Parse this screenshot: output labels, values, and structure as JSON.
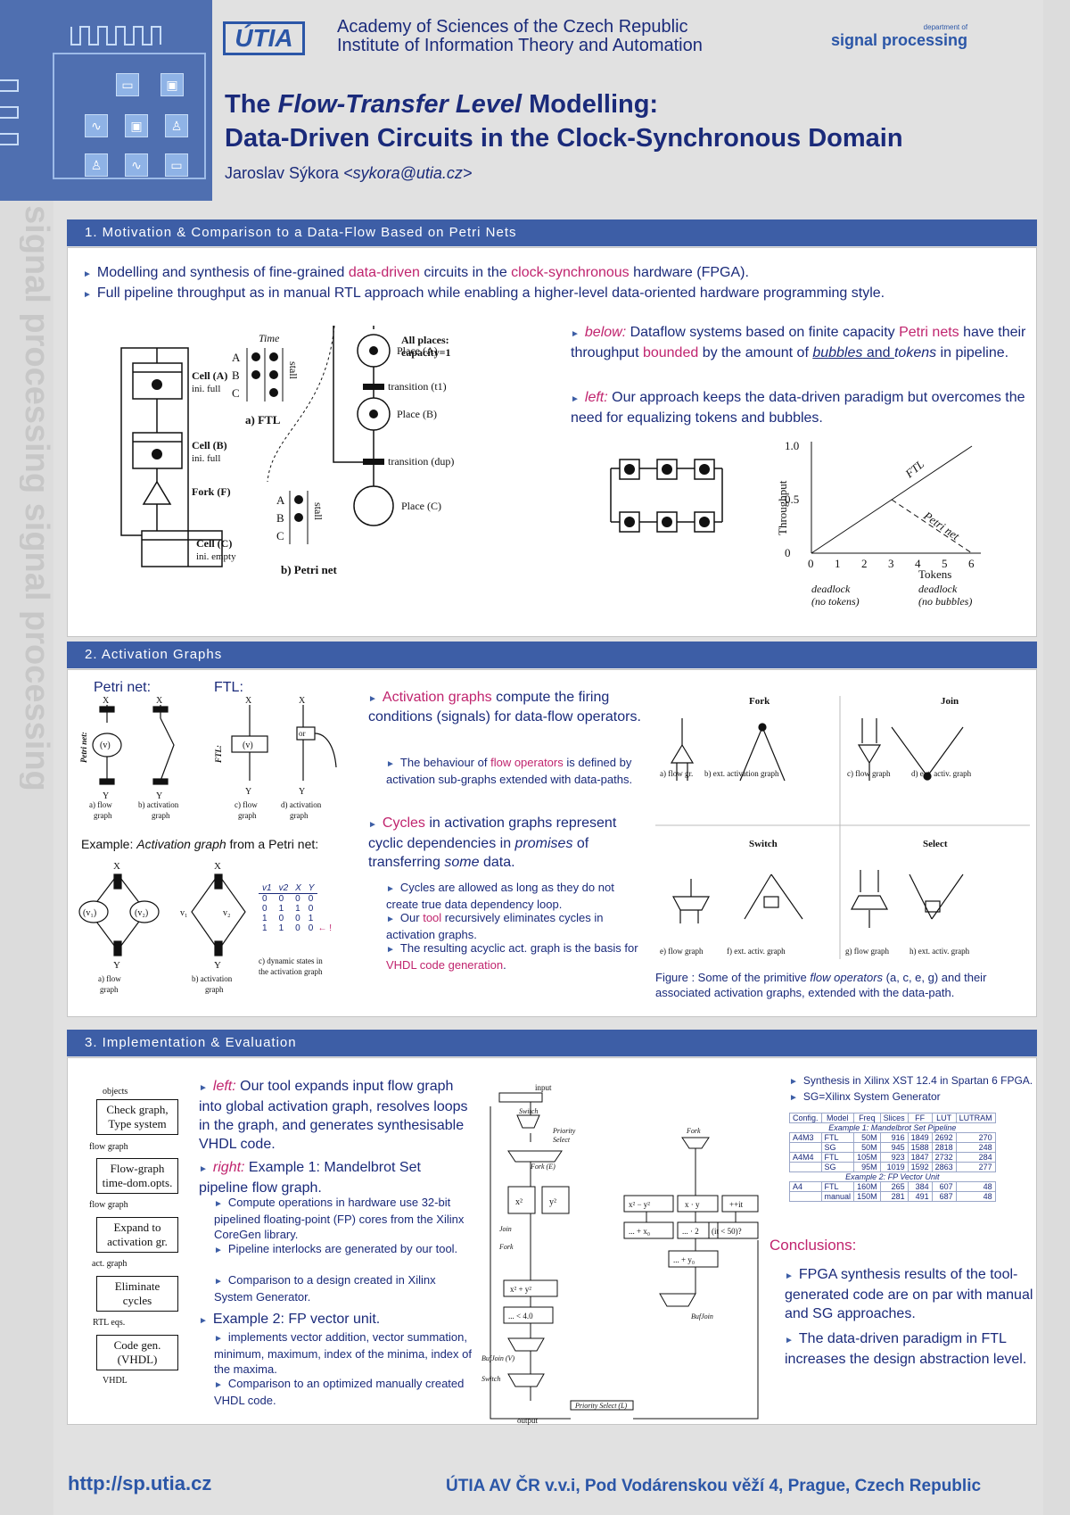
{
  "header": {
    "logo_text": "ÚTIA",
    "academy_line1": "Academy of Sciences of the Czech Republic",
    "academy_line2": "Institute of Information Theory and Automation",
    "sp_small": "department of",
    "sp_logo": "signal processing",
    "vertical_watermark": "signal processing signal processing",
    "title_line1_pre": "The ",
    "title_line1_em": "Flow-Transfer Level",
    "title_line1_post": " Modelling:",
    "title_line2": "Data-Driven Circuits in the Clock-Synchronous Domain",
    "author": "Jaroslav Sýkora",
    "email": "<sykora@utia.cz>"
  },
  "s1": {
    "heading": "1. Motivation & Comparison to a Data-Flow Based on Petri Nets",
    "b1_a": "Modelling and synthesis of fine-grained ",
    "b1_m1": "data-driven",
    "b1_b": " circuits in the ",
    "b1_m2": "clock-synchronous",
    "b1_c": " hardware (FPGA).",
    "b2": "Full pipeline throughput as in manual RTL approach while enabling a higher-level data-oriented hardware programming style.",
    "r1_em": "below:",
    "r1_a": " Dataflow systems based on finite capacity ",
    "r1_m": "Petri nets",
    "r1_b": " have their throughput ",
    "r1_m2": "bounded",
    "r1_c": " by the amount of ",
    "r1_i1": "bubbles",
    "r1_and": " and ",
    "r1_i2": "tokens",
    "r1_d": " in pipeline.",
    "r2_em": "left:",
    "r2": " Our approach keeps the data-driven paradigm but overcomes the need for equalizing tokens and bubbles.",
    "fig": {
      "cell_a": "Cell (A)",
      "cell_a2": "ini. full",
      "cell_b": "Cell (B)",
      "cell_b2": "ini. full",
      "fork": "Fork (F)",
      "cell_c": "Cell (C)",
      "cell_c2": "ini. empty",
      "time": "Time",
      "stall": "stall",
      "ftl": "a) FTL",
      "petri": "b) Petri net",
      "all_places": "All places:",
      "capacity": "capacity=1",
      "place_a": "Place (A)",
      "place_b": "Place (B)",
      "place_c": "Place (C)",
      "t1": "transition (t1)",
      "dup": "transition (dup)",
      "row_a": "A",
      "row_b": "B",
      "row_c": "C"
    }
  },
  "chart_data": {
    "type": "line",
    "xlabel": "Tokens",
    "ylabel": "Throughput",
    "xlim": [
      0,
      6
    ],
    "ylim": [
      0,
      1.0
    ],
    "x_ticks": [
      "0",
      "1",
      "2",
      "3",
      "4",
      "5",
      "6"
    ],
    "y_ticks": [
      "0",
      "0.5",
      "1.0"
    ],
    "series": [
      {
        "name": "FTL",
        "x": [
          0,
          6
        ],
        "y": [
          0,
          1.0
        ]
      },
      {
        "name": "Petri net",
        "x": [
          3,
          6
        ],
        "y": [
          0.5,
          0
        ]
      }
    ],
    "annotations": [
      "deadlock",
      "(no tokens)",
      "deadlock",
      "(no bubbles)"
    ]
  },
  "s2": {
    "heading": "2. Activation Graphs",
    "petri_label": "Petri net:",
    "ftl_label": "FTL:",
    "example_pre": "Example: ",
    "example_em": "Activation graph",
    "example_post": " from a Petri net:",
    "b1_m": "Activation graphs",
    "b1": " compute the firing conditions (signals) for data-flow operators.",
    "b1s_a": "The behaviour of ",
    "b1s_m": "flow operators",
    "b1s_b": " is defined by activation sub-graphs extended with data-paths.",
    "b2_m": "Cycles",
    "b2_a": " in activation graphs represent cyclic dependencies in ",
    "b2_i": "promises",
    "b2_b": " of transferring ",
    "b2_i2": "some",
    "b2_c": " data.",
    "s1": "Cycles are allowed as long as they do not create true data dependency loop.",
    "s2_a": "Our ",
    "s2_m": "tool",
    "s2_b": " recursively eliminates cycles in activation graphs.",
    "s3_a": "The resulting acyclic act. graph is the basis for ",
    "s3_m": "VHDL code generation",
    "s3_b": ".",
    "caption_pre": "Figure : Some of the primitive ",
    "caption_em": "flow operators",
    "caption_post": " (a, c, e, g) and their associated activation graphs, extended with the data-path.",
    "fig_labels": {
      "fork": "Fork",
      "join": "Join",
      "switch": "Switch",
      "select": "Select",
      "a_flow": "a) flow gr.",
      "b_ext": "b) ext. activation graph",
      "c_flow": "c) flow graph",
      "d_ext": "d) ext. activ. graph",
      "e_flow": "e) flow graph",
      "f_ext": "f) ext. activ. graph",
      "g_flow": "g) flow graph",
      "h_ext": "h) ext. activ. graph",
      "af": "a) flow",
      "graph": "graph",
      "ba": "b) activation",
      "cf": "c) flow",
      "da": "d) activation",
      "dyn": "c) dynamic states in",
      "dyn2": "the activation graph"
    },
    "truth_table": {
      "headers": [
        "v1",
        "v2",
        "X",
        "Y"
      ],
      "rows": [
        [
          "0",
          "0",
          "0",
          "0"
        ],
        [
          "0",
          "1",
          "1",
          "0"
        ],
        [
          "1",
          "0",
          "0",
          "1"
        ],
        [
          "1",
          "1",
          "0",
          "0"
        ]
      ],
      "note": "← !"
    }
  },
  "s3": {
    "heading": "3. Implementation & Evaluation",
    "flow": [
      "objects",
      "Check graph,\nType system",
      "flow graph",
      "Flow-graph\ntime-dom.opts.",
      "flow graph",
      "Expand to\nactivation gr.",
      "act. graph",
      "Eliminate\ncycles",
      "RTL eqs.",
      "Code gen.\n(VHDL)",
      "VHDL"
    ],
    "l_em": "left:",
    "l": " Our tool expands input flow graph into global activation graph, resolves loops in the graph, and generates synthesisable VHDL code.",
    "r_em": "right:",
    "r": " Example 1: Mandelbrot Set pipeline flow graph.",
    "rs1": "Compute operations in hardware use 32-bit pipelined floating-point (FP) cores from the Xilinx CoreGen library.",
    "rs2": "Pipeline interlocks are generated by our tool.",
    "rs3": "Comparison to a design created in Xilinx System Generator.",
    "ex2": "Example 2: FP vector unit.",
    "ex2s1": "implements vector addition, vector summation, minimum, maximum, index of the minima, index of the maxima.",
    "ex2s2": "Comparison to an optimized manually created VHDL code.",
    "synth1": "Synthesis in Xilinx XST 12.4 in Spartan 6 FPGA.",
    "synth2": "SG=Xilinx System Generator",
    "table": {
      "headers": [
        "Config.",
        "Model",
        "Freq",
        "Slices",
        "FF",
        "LUT",
        "LUTRAM"
      ],
      "cap1": "Example 1: Mandelbrot Set Pipeline",
      "cap2": "Example 2: FP Vector Unit",
      "rows1": [
        [
          "A4M3",
          "FTL",
          "50M",
          "916",
          "1849",
          "2692",
          "270"
        ],
        [
          "",
          "SG",
          "50M",
          "945",
          "1588",
          "2818",
          "248"
        ],
        [
          "A4M4",
          "FTL",
          "105M",
          "923",
          "1847",
          "2732",
          "284"
        ],
        [
          "",
          "SG",
          "95M",
          "1019",
          "1592",
          "2863",
          "277"
        ]
      ],
      "rows2": [
        [
          "A4",
          "FTL",
          "160M",
          "265",
          "384",
          "607",
          "48"
        ],
        [
          "",
          "manual",
          "150M",
          "281",
          "491",
          "687",
          "48"
        ]
      ]
    },
    "conclusions": "Conclusions:",
    "c1": "FPGA synthesis results of the tool-generated code are on par with manual and SG approaches.",
    "c2": "The data-driven paradigm in FTL increases the design abstraction level.",
    "mand": {
      "switch": "Switch",
      "prio": "Priority",
      "select": "Select",
      "fork_e": "Fork (E)",
      "fork": "Fork",
      "join": "Join",
      "x2": "x²",
      "y2": "y²",
      "x2py2": "x² + y²",
      "lt4": "... < 4.0",
      "bufjoin_v": "BufJoin (V)",
      "bufjoin": "BufJoin",
      "x2my2": "x² − y²",
      "xy": "x · y",
      "pit": "++it",
      "px0": "... + x₀",
      "m2": "... · 2",
      "py0": "... + y₀",
      "it50": "(it < 50)?",
      "prio_l": "Priority Select (L)",
      "input": "input",
      "output": "output"
    }
  },
  "footer": {
    "url": "http://sp.utia.cz",
    "address": "ÚTIA AV ČR v.v.i, Pod Vodárenskou věží 4, Prague, Czech Republic"
  }
}
